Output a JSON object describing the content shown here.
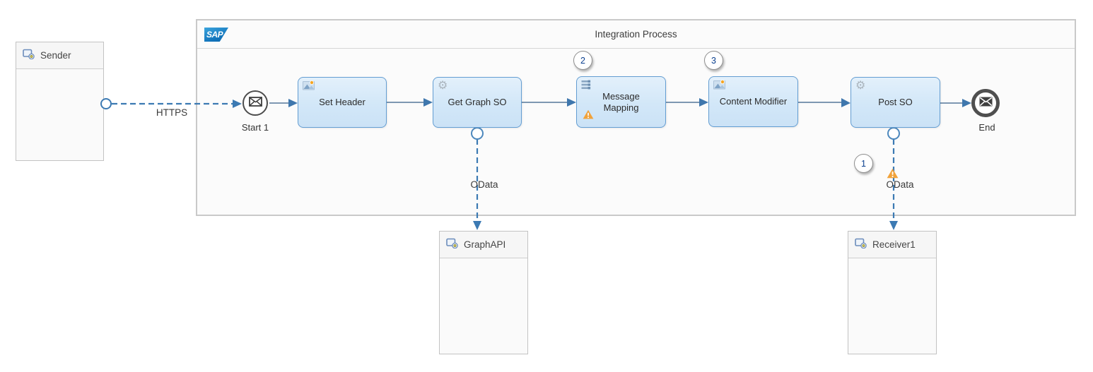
{
  "icons": {
    "gear": "⚙"
  },
  "colors": {
    "message_flow": "#3c7ab3",
    "sequence_flow": "#55779a",
    "task_fill": "#d2e7f8",
    "task_border": "#639dd2",
    "warning": "#f1a23a",
    "badge_text": "#0a3f8f",
    "sap_logo_blue": "#1173ba"
  },
  "diagram": {
    "brand": "SAP",
    "process": {
      "title": "Integration Process"
    },
    "participants": [
      {
        "label": "Sender"
      },
      {
        "label": "GraphAPI"
      },
      {
        "label": "Receiver1"
      }
    ],
    "events": [
      {
        "label": "Start 1",
        "type": "message-start-event"
      },
      {
        "label": "End",
        "type": "message-end-event"
      }
    ],
    "steps": [
      {
        "label": "Set Header",
        "icon": "content-modifier-icon"
      },
      {
        "label": "Get Graph SO",
        "icon": "gear-icon"
      },
      {
        "label": "Message Mapping",
        "icon": "message-mapping-icon",
        "badge": "2",
        "warning": true
      },
      {
        "label": "Content Modifier",
        "icon": "content-modifier-icon",
        "badge": "3"
      },
      {
        "label": "Post SO",
        "icon": "gear-icon"
      }
    ],
    "connections": [
      {
        "label": "HTTPS",
        "type": "message-flow",
        "from": "Sender",
        "to": "Start 1"
      },
      {
        "label": "OData",
        "type": "message-flow",
        "from": "Get Graph SO",
        "to": "GraphAPI"
      },
      {
        "label": "OData",
        "type": "message-flow",
        "from": "Post SO",
        "to": "Receiver1",
        "badge": "1",
        "warning": true
      }
    ]
  }
}
